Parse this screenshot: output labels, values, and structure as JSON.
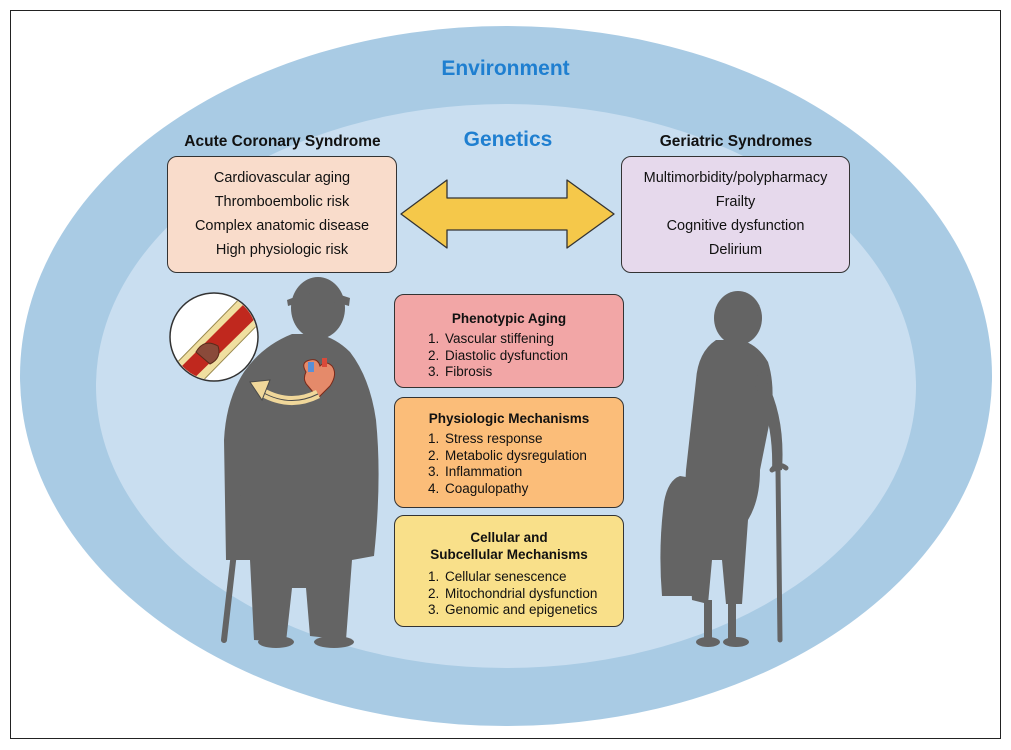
{
  "outer_label": "Environment",
  "inner_label": "Genetics",
  "acute_coronary": {
    "title": "Acute Coronary Syndrome",
    "items": [
      "Cardiovascular aging",
      "Thromboembolic risk",
      "Complex anatomic disease",
      "High physiologic risk"
    ]
  },
  "geriatric": {
    "title": "Geriatric Syndromes",
    "items": [
      "Multimorbidity/polypharmacy",
      "Frailty",
      "Cognitive dysfunction",
      "Delirium"
    ]
  },
  "mechanisms": [
    {
      "title_lines": [
        "Phenotypic Aging"
      ],
      "items": [
        "Vascular stiffening",
        "Diastolic dysfunction",
        "Fibrosis"
      ],
      "color": "#f2a6a6"
    },
    {
      "title_lines": [
        "Physiologic Mechanisms"
      ],
      "items": [
        "Stress response",
        "Metabolic dysregulation",
        "Inflammation",
        "Coagulopathy"
      ],
      "color": "#fbbd79"
    },
    {
      "title_lines": [
        "Cellular and",
        "Subcellular Mechanisms"
      ],
      "items": [
        "Cellular senescence",
        "Mitochondrial dysfunction",
        "Genomic and epigenetics"
      ],
      "color": "#f9e08a"
    }
  ],
  "colors": {
    "outer_ellipse": "#a9cbe4",
    "inner_ellipse": "#c9def0",
    "heading_blue": "#1f7fd0",
    "arrow_fill": "#f5c84a",
    "silhouette": "#646464"
  },
  "icons": [
    "double-arrow-icon",
    "elderly-man-with-cane-icon",
    "elderly-woman-with-cane-icon",
    "heart-icon",
    "artery-plaque-icon",
    "curved-arrow-icon"
  ]
}
